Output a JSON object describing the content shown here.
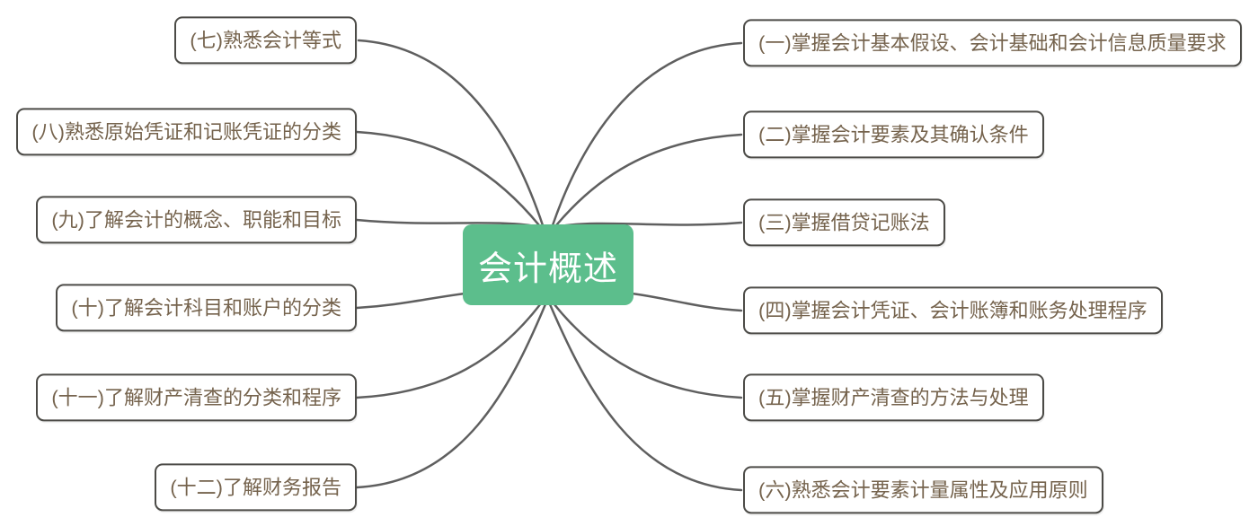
{
  "diagram": {
    "type": "mindmap",
    "central_node": {
      "label": "会计概述",
      "fill_color": "#5CBE8C",
      "text_color": "#FFFFFF"
    },
    "left_nodes": [
      {
        "label": "(七)熟悉会计等式"
      },
      {
        "label": "(八)熟悉原始凭证和记账凭证的分类"
      },
      {
        "label": "(九)了解会计的概念、职能和目标"
      },
      {
        "label": "(十)了解会计科目和账户的分类"
      },
      {
        "label": "(十一)了解财产清查的分类和程序"
      },
      {
        "label": "(十二)了解财务报告"
      }
    ],
    "right_nodes": [
      {
        "label": "(一)掌握会计基本假设、会计基础和会计信息质量要求"
      },
      {
        "label": "(二)掌握会计要素及其确认条件"
      },
      {
        "label": "(三)掌握借贷记账法"
      },
      {
        "label": "(四)掌握会计凭证、会计账簿和账务处理程序"
      },
      {
        "label": "(五)掌握财产清查的方法与处理"
      },
      {
        "label": "(六)熟悉会计要素计量属性及应用原则"
      }
    ],
    "colors": {
      "node_border": "#4C4B47",
      "node_text": "#75634D",
      "connector": "#5F5F5F",
      "central_fill": "#5CBE8C",
      "background": "#FFFFFF"
    }
  }
}
